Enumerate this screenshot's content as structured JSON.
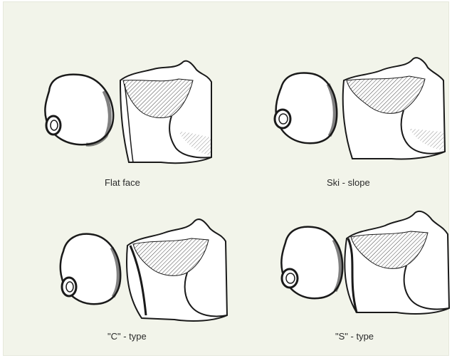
{
  "figure": {
    "panels": [
      {
        "id": "flat-face",
        "caption": "Flat face",
        "variant": "flat"
      },
      {
        "id": "ski-slope",
        "caption": "Ski - slope",
        "variant": "ski"
      },
      {
        "id": "c-type",
        "caption": "\"C\" - type",
        "variant": "c"
      },
      {
        "id": "s-type",
        "caption": "\"S\" - type",
        "variant": "s"
      }
    ],
    "colors": {
      "background": "#f2f4ea",
      "line": "#1a1a1a",
      "fill": "#ffffff"
    }
  }
}
